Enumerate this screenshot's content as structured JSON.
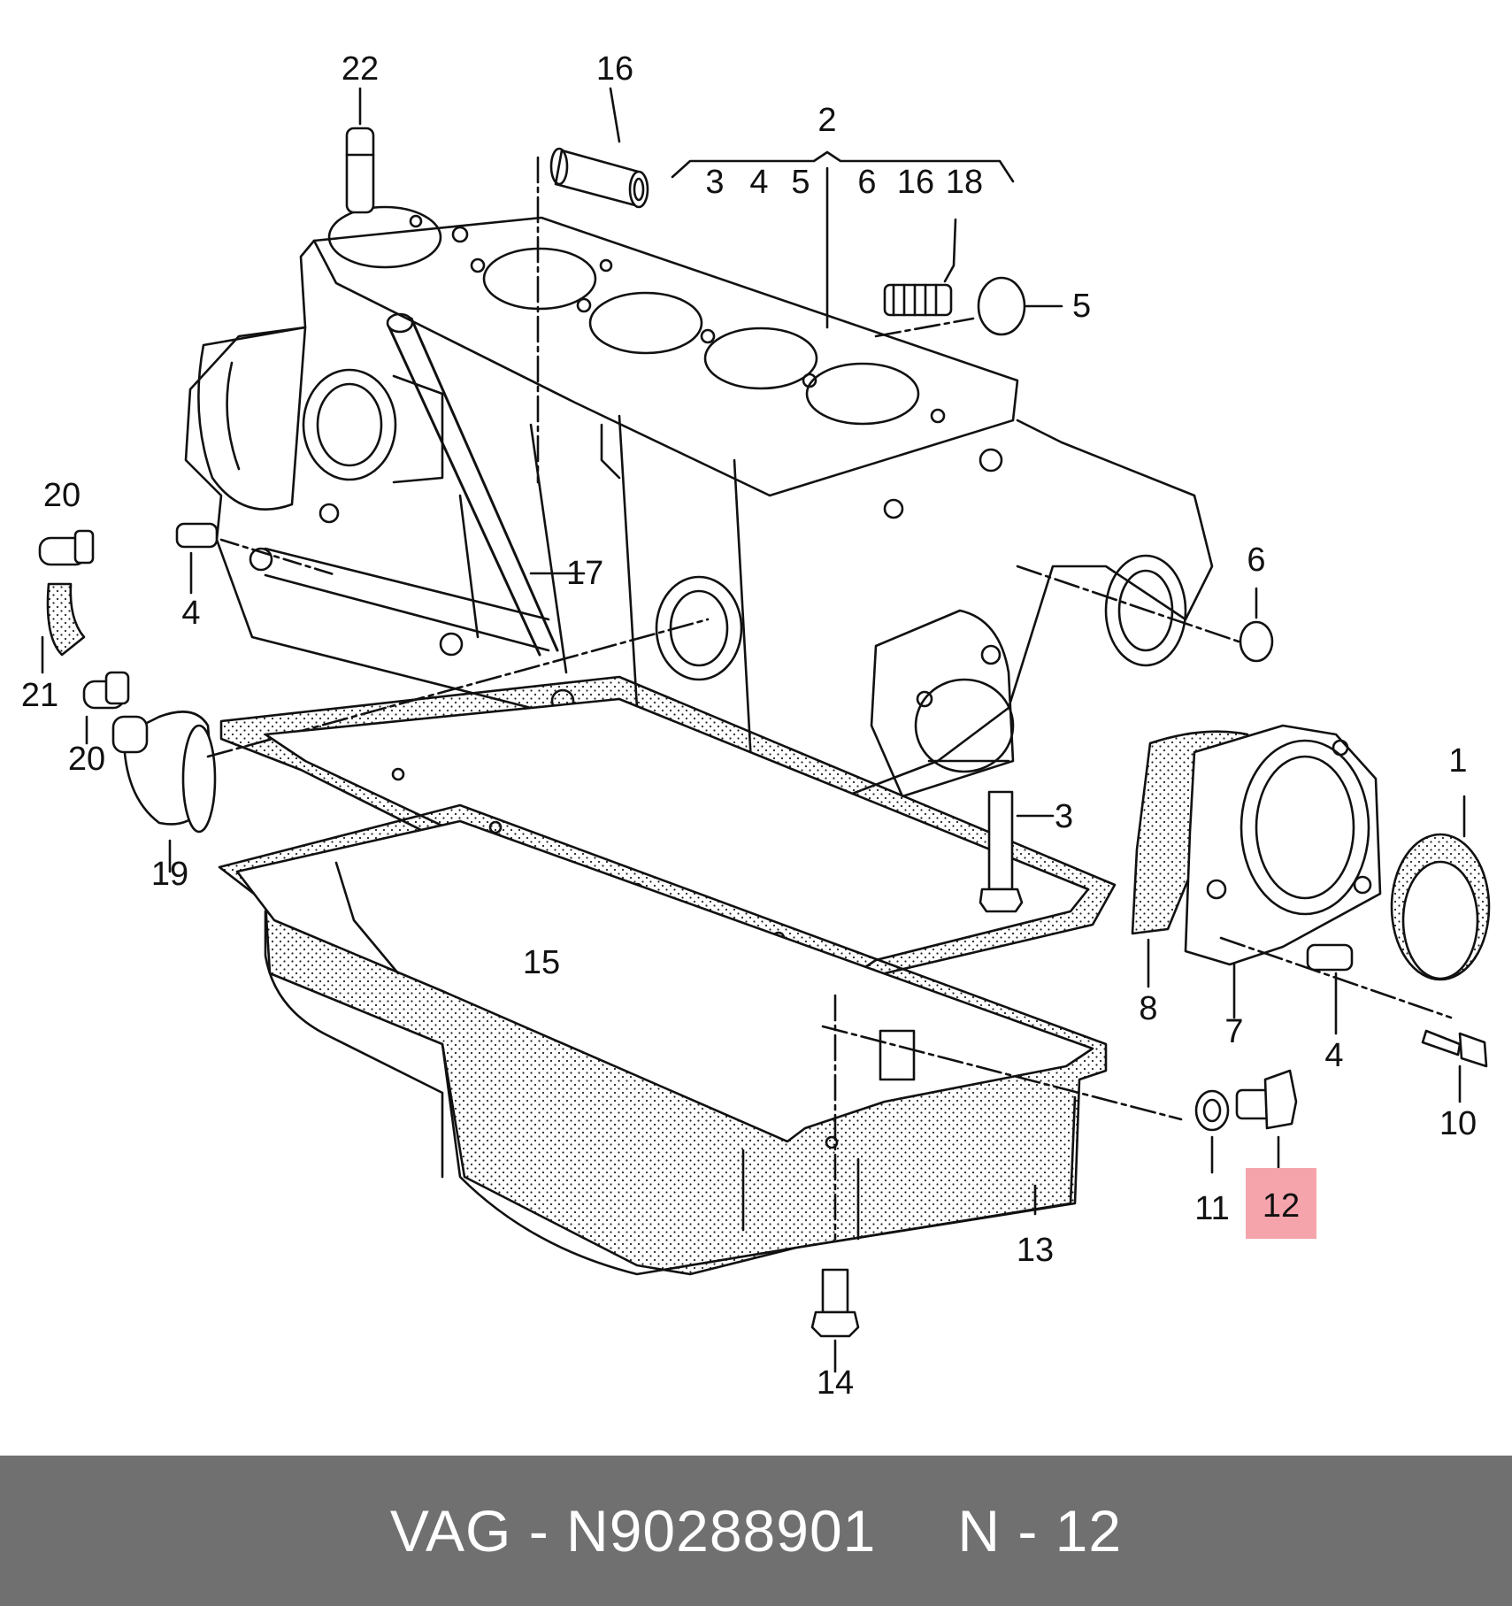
{
  "callouts": {
    "c1": "1",
    "c2": "2",
    "c3": "3",
    "c4": "4",
    "c5": "5",
    "c6": "6",
    "c7": "7",
    "c8": "8",
    "c10": "10",
    "c11": "11",
    "c12": "12",
    "c13": "13",
    "c14": "14",
    "c15": "15",
    "c16": "16",
    "c17": "17",
    "c19": "19",
    "c20": "20",
    "c21": "21",
    "c22": "22",
    "group2_items": [
      "3",
      "4",
      "5",
      "6",
      "16",
      "18"
    ]
  },
  "highlight": {
    "callout": "12",
    "color": "#f6a4ac"
  },
  "footer": {
    "brand_part": "VAG - N90288901",
    "position": "N - 12",
    "background": "#707070"
  }
}
